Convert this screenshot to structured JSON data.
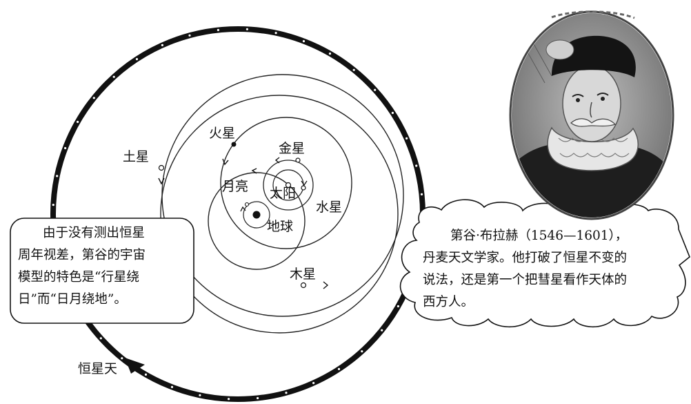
{
  "labels": {
    "saturn": "土星",
    "mars": "火星",
    "venus": "金星",
    "moon": "月亮",
    "sun": "太阳",
    "mercury": "水星",
    "earth": "地球",
    "jupiter": "木星",
    "celestial_sphere": "恒星天"
  },
  "left_note": {
    "lines": [
      "由于没有测出恒星",
      "周年视差，第谷的宇宙",
      "模型的特色是“行星绕",
      "日”而“日月绕地”。"
    ]
  },
  "right_note": {
    "lines": [
      "第谷·布拉赫（1546—1601），",
      "丹麦天文学家。他打破了恒星不变的",
      "说法，还是第一个把彗星看作天体的",
      "西方人。"
    ]
  },
  "portrait": {
    "subject": "tycho-brahe-portrait"
  }
}
